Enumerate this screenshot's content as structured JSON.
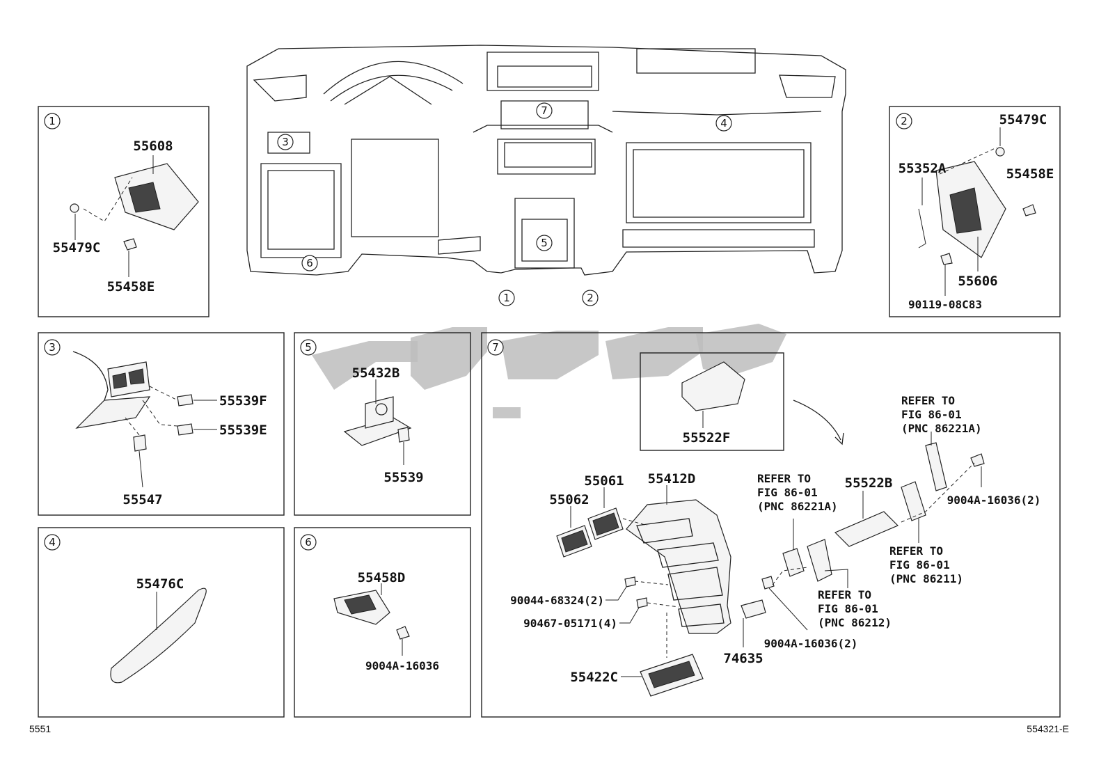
{
  "panels": [
    {
      "id": "1",
      "parts": [
        "55608",
        "55479C",
        "55458E"
      ]
    },
    {
      "id": "2",
      "parts": [
        "55479C",
        "55352A",
        "55458E",
        "55606",
        "90119-08C83"
      ]
    },
    {
      "id": "3",
      "parts": [
        "55539F",
        "55539E",
        "55547"
      ]
    },
    {
      "id": "4",
      "parts": [
        "55476C"
      ]
    },
    {
      "id": "5",
      "parts": [
        "55432B",
        "55539"
      ]
    },
    {
      "id": "6",
      "parts": [
        "55458D",
        "9004A-16036"
      ]
    },
    {
      "id": "7",
      "parts": [
        "55522F",
        "55061",
        "55412D",
        "55062",
        "90044-68324(2)",
        "90467-05171(4)",
        "55422C",
        "74635",
        "9004A-16036(2)",
        "55522B",
        "9004A-16036(2)"
      ]
    }
  ],
  "refs": {
    "r1": [
      "REFER TO",
      "FIG 86-01",
      "(PNC 86221A)"
    ],
    "r2": [
      "REFER TO",
      "FIG 86-01",
      "(PNC 86221A)"
    ],
    "r3": [
      "REFER TO",
      "FIG 86-01",
      "(PNC 86211)"
    ],
    "r4": [
      "REFER TO",
      "FIG 86-01",
      "(PNC 86212)"
    ]
  },
  "overview_callouts": [
    "7",
    "4",
    "3",
    "5",
    "6",
    "1",
    "2"
  ],
  "footer": {
    "left_code": "5551",
    "right_code": "554321-E"
  }
}
